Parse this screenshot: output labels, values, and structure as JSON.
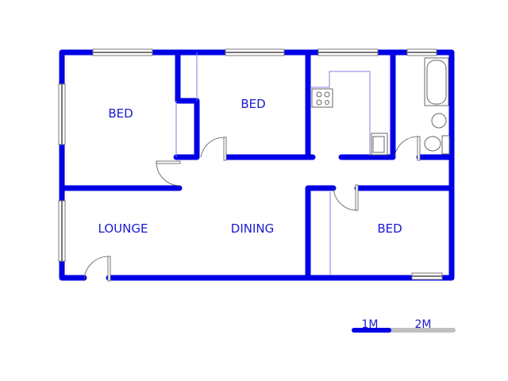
{
  "rooms": {
    "bed_1": "BED",
    "bed_2": "BED",
    "lounge": "LOUNGE",
    "dining": "DINING",
    "bed_3": "BED"
  },
  "scale_bar": {
    "label_1": "1M",
    "label_2": "2M"
  },
  "colors": {
    "wall": "#0000e6",
    "label": "#1a1ad0",
    "scale_inactive": "#c0c0c0"
  }
}
